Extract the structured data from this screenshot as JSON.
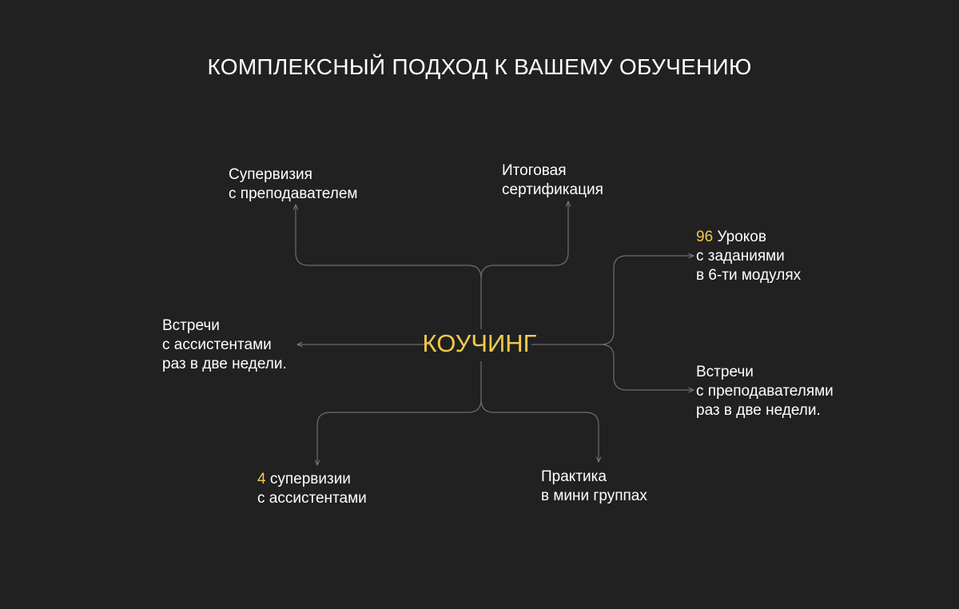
{
  "title": "КОМПЛЕКСНЫЙ ПОДХОД К ВАШЕМУ ОБУЧЕНИЮ",
  "center": "КОУЧИНГ",
  "nodes": {
    "supervision": {
      "line1": "Супервизия",
      "line2": "с преподавателем"
    },
    "certification": {
      "line1": "Итоговая",
      "line2": "сертификация"
    },
    "lessons": {
      "number": "96",
      "line1": " Уроков",
      "line2": "с заданиями",
      "line3": "в 6-ти модулях"
    },
    "assistant_meetings": {
      "line1": "Встречи",
      "line2": "с ассистентами",
      "line3": "раз в две недели."
    },
    "teacher_meetings": {
      "line1": "Встречи",
      "line2": "с преподавателями",
      "line3": "раз в две недели."
    },
    "assistant_supervisions": {
      "number": "4",
      "line1": " супервизии",
      "line2": "с ассистентами"
    },
    "practice": {
      "line1": "Практика",
      "line2": "в мини группах"
    }
  },
  "colors": {
    "background": "#212121",
    "text": "#ffffff",
    "accent": "#f2c94c",
    "connector": "#6e6e6e"
  }
}
